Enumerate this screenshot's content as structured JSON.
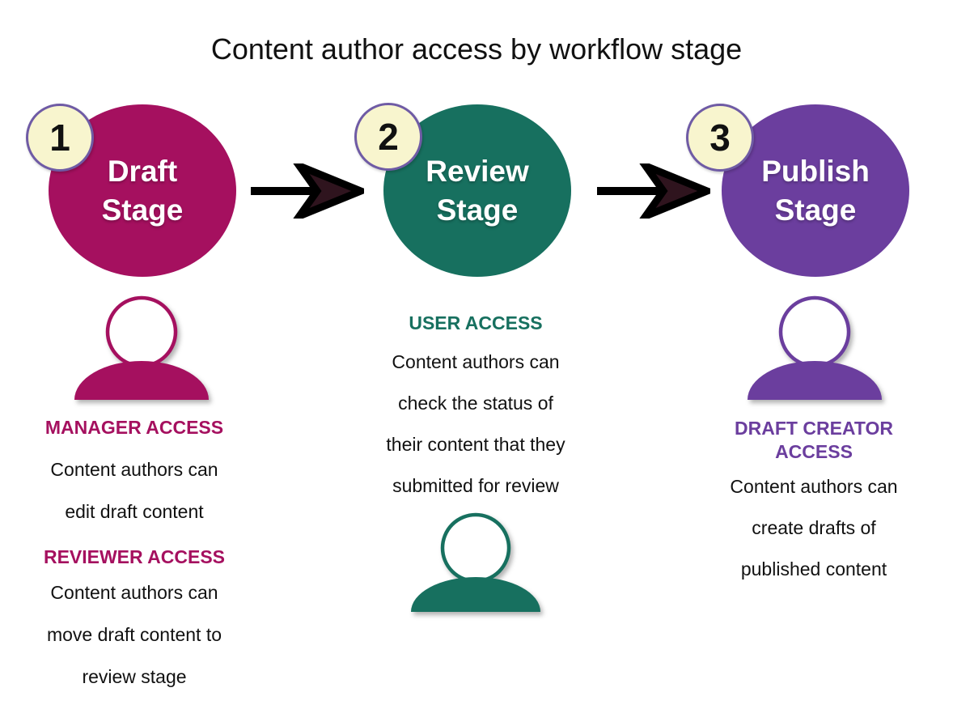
{
  "title": "Content author access by workflow stage",
  "stages": [
    {
      "number": "1",
      "name": "Draft Stage",
      "color": "#A5105F"
    },
    {
      "number": "2",
      "name": "Review Stage",
      "color": "#17705F"
    },
    {
      "number": "3",
      "name": "Publish Stage",
      "color": "#6B3E9E"
    }
  ],
  "notes": {
    "draft": {
      "sections": [
        {
          "heading": "MANAGER ACCESS",
          "lines": [
            "Content authors can",
            "edit draft content"
          ]
        },
        {
          "heading": "REVIEWER ACCESS",
          "lines": [
            "Content authors can",
            "move draft content to",
            "review stage"
          ]
        }
      ]
    },
    "review": {
      "sections": [
        {
          "heading": "USER ACCESS",
          "lines": [
            "Content authors can",
            "check the status of",
            "their content that they",
            "submitted for review"
          ]
        }
      ]
    },
    "publish": {
      "sections": [
        {
          "heading": "DRAFT CREATOR ACCESS",
          "lines": [
            "Content authors can",
            "create drafts of",
            "published content"
          ]
        }
      ]
    }
  },
  "icons": {
    "person": "person-icon",
    "arrow": "arrow-right-icon"
  },
  "colors": {
    "draft_magenta": "#A5105F",
    "review_teal": "#17705F",
    "publish_purple": "#6B3E9E",
    "badge_background": "#F8F5CE",
    "badge_border": "#6F5BA5",
    "arrow_black": "#000000",
    "arrowhead_inner": "#2F141E",
    "body_text": "#111111",
    "background": "#FFFFFF"
  }
}
